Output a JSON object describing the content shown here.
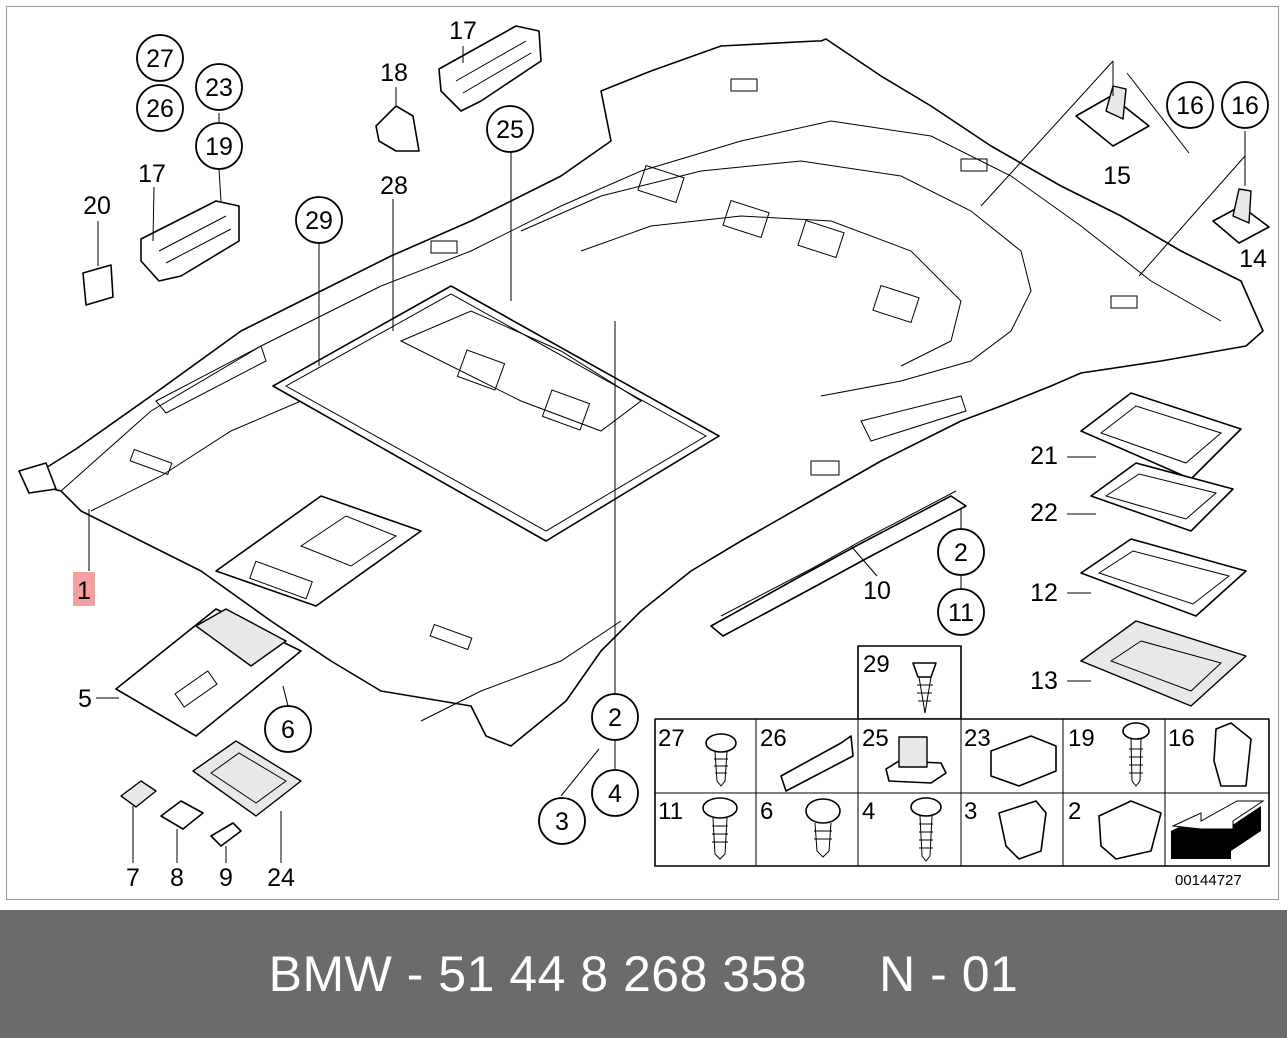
{
  "diagram": {
    "drawing_code": "00144727",
    "highlighted_callout": "1",
    "highlight_color": "#f4a0a0",
    "callouts": {
      "c27": "27",
      "c26": "26",
      "c23": "23",
      "c19": "19",
      "c17a": "17",
      "c17b": "17",
      "c20": "20",
      "c18": "18",
      "c25": "25",
      "c28": "28",
      "c29": "29",
      "c16a": "16",
      "c16b": "16",
      "c15": "15",
      "c14": "14",
      "c21": "21",
      "c22": "22",
      "c12": "12",
      "c13": "13",
      "c2a": "2",
      "c11": "11",
      "c10": "10",
      "c2b": "2",
      "c4": "4",
      "c3": "3",
      "c5": "5",
      "c6": "6",
      "c7": "7",
      "c8": "8",
      "c9": "9",
      "c24": "24"
    },
    "fastener_table": {
      "top_cell": "29",
      "row1": [
        "27",
        "26",
        "25",
        "23",
        "19",
        "16"
      ],
      "row2": [
        "11",
        "6",
        "4",
        "3",
        "2",
        ""
      ]
    }
  },
  "footer": {
    "text": "BMW - 51 44 8 268 358     N - 01",
    "background": "#6b6b6b"
  }
}
